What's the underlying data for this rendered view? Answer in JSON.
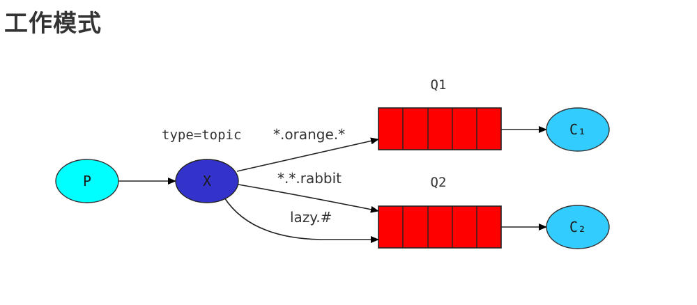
{
  "heading": "工作模式",
  "exchange": {
    "type_label": "type=topic",
    "label": "X",
    "color": "#3333CC"
  },
  "producer": {
    "label": "P",
    "color": "#00FFFF"
  },
  "queues": [
    {
      "label": "Q1",
      "color": "#FF0000",
      "binding": "*.orange.*"
    },
    {
      "label": "Q2",
      "color": "#FF0000",
      "binding": "*.*.rabbit"
    }
  ],
  "extra_binding": "lazy.#",
  "consumers": [
    {
      "label": "C₁",
      "color": "#33CCFF"
    },
    {
      "label": "C₂",
      "color": "#33CCFF"
    }
  ]
}
